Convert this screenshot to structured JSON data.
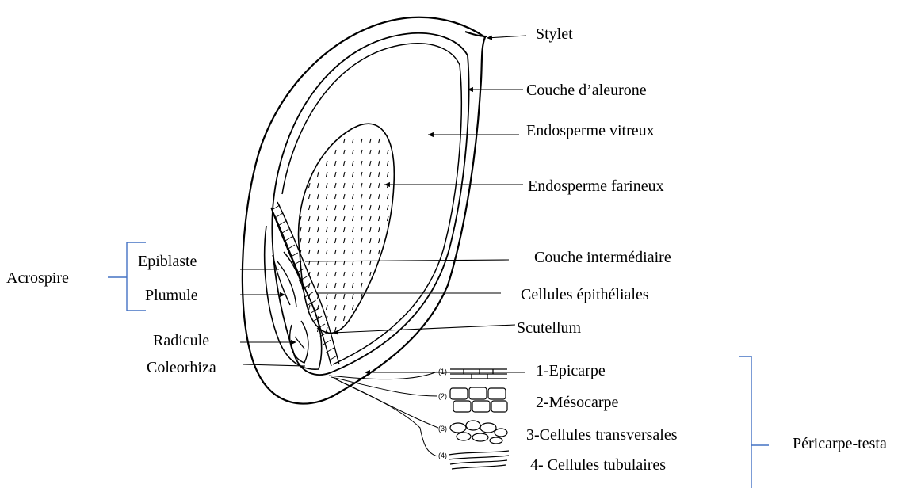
{
  "labels": {
    "stylet": "Stylet",
    "couche_aleurone": "Couche d’aleurone",
    "endosperme_vitreux": "Endosperme vitreux",
    "endosperme_farineux": "Endosperme farineux",
    "couche_intermediaire": "Couche intermédiaire",
    "cellules_epitheliales": "Cellules épithéliales",
    "scutellum": "Scutellum",
    "epicarpe": "1-Epicarpe",
    "mesocarpe": "2-Mésocarpe",
    "cellules_transversales": "3-Cellules transversales",
    "cellules_tubulaires": "4- Cellules tubulaires",
    "pericarpe_testa": "Péricarpe-testa",
    "acrospire": "Acrospire",
    "epiblaste": "Epiblaste",
    "plumule": "Plumule",
    "radicule": "Radicule",
    "coleorhiza": "Coleorhiza"
  },
  "layer_numbers": [
    "(1)",
    "(2)",
    "(3)",
    "(4)"
  ],
  "colors": {
    "line": "#000000",
    "bracket": "#4472c4"
  }
}
